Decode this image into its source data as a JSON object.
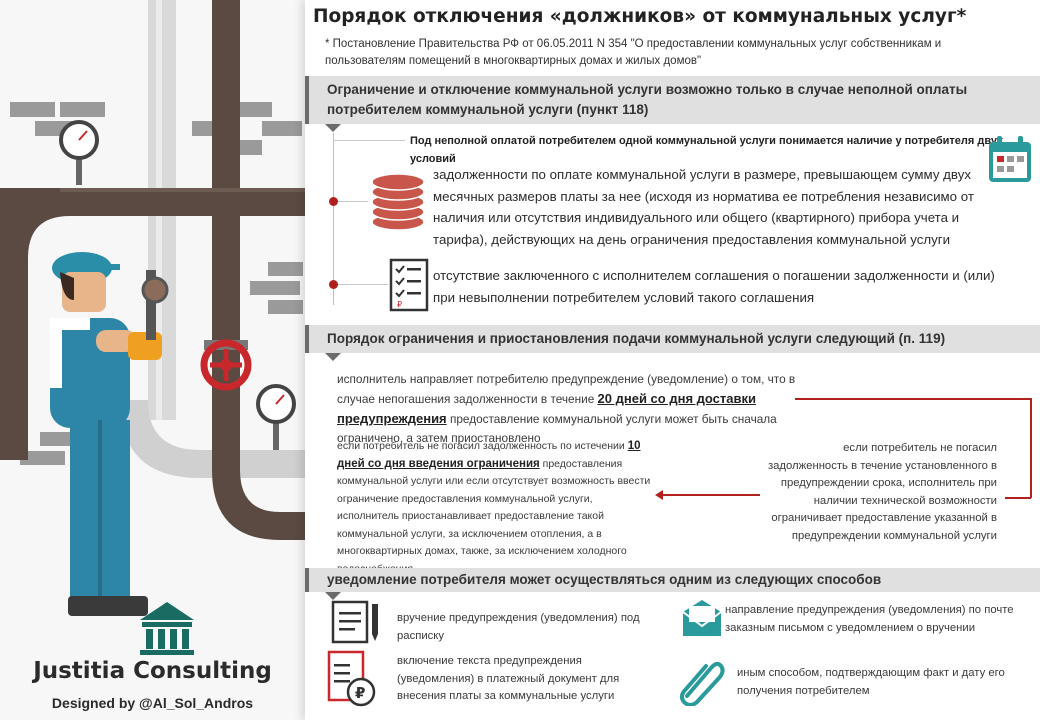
{
  "header": {
    "title": "Порядок отключения «должников» от коммунальных услуг*",
    "subtitle": "* Постановление Правительства РФ от 06.05.2011 N 354 \"О предоставлении коммунальных услуг собственникам и пользователям помещений в многоквартирных домах и жилых домов\""
  },
  "section1": {
    "heading": "Ограничение и отключение коммунальной услуги возможно только в случае неполной оплаты потребителем коммунальной услуги (пункт 118)",
    "intro": "Под неполной оплатой потребителем одной коммунальной услуги понимается наличие у потребителя двух условий",
    "condition1": "задолженности по оплате коммунальной услуги в размере, превышающем сумму двух месячных размеров платы за нее (исходя из норматива ее потребления независимо от наличия или отсутствия индивидуального или общего (квартирного) прибора учета и тарифа), действующих на день ограничения предоставления коммунальной услуги",
    "condition2": "отсутствие заключенного с исполнителем соглашения о погашении задолженности и (или) при невыполнении потребителем условий такого соглашения"
  },
  "section2": {
    "heading": "Порядок ограничения и приостановления подачи коммунальной услуги следующий (п. 119)",
    "step1_a": "исполнитель направляет потребителю предупреждение (уведомление) о том, что в случае непогашения задолженности в течение",
    "step1_term": "20 дней со дня доставки предупреждения",
    "step1_b": "предоставление коммунальной услуги может быть сначала ограничено, а затем приостановлено",
    "step2": "если потребитель не погасил задолженность в течение установленного в предупреждении срока, исполнитель при наличии технической возможности ограничивает предоставление указанной в предупреждении коммунальной услуги",
    "step3_a": "если потребитель не погасил задолженность по истечении",
    "step3_term": "10 дней со дня введения ограничения",
    "step3_b": "предоставления коммунальной услуги или если отсутствует возможность ввести ограничение предоставления коммунальной услуги, исполнитель приостанавливает предоставление такой коммунальной услуги, за исключением отопления, а в многоквартирных домах, также, за исключением холодного водоснабжения"
  },
  "section3": {
    "heading": "уведомление потребителя может осуществляться одним из следующих способов",
    "method1": "вручение предупреждения (уведомления) под расписку",
    "method2": "направление предупреждения (уведомления) по почте заказным письмом с уведомлением о вручении",
    "method3": "включение текста предупреждения (уведомления) в платежный документ для внесения платы за коммунальные услуги",
    "method4": "иным способом, подтверждающим факт и дату его получения потребителем"
  },
  "branding": {
    "name": "Justitia Consulting",
    "credit": "Designed by @Al_Sol_Andros"
  },
  "colors": {
    "accent_red": "#b01e1e",
    "teal": "#2a9a9c",
    "band_gray": "#e0e0e0",
    "pipe_brown": "#5a4a42"
  }
}
